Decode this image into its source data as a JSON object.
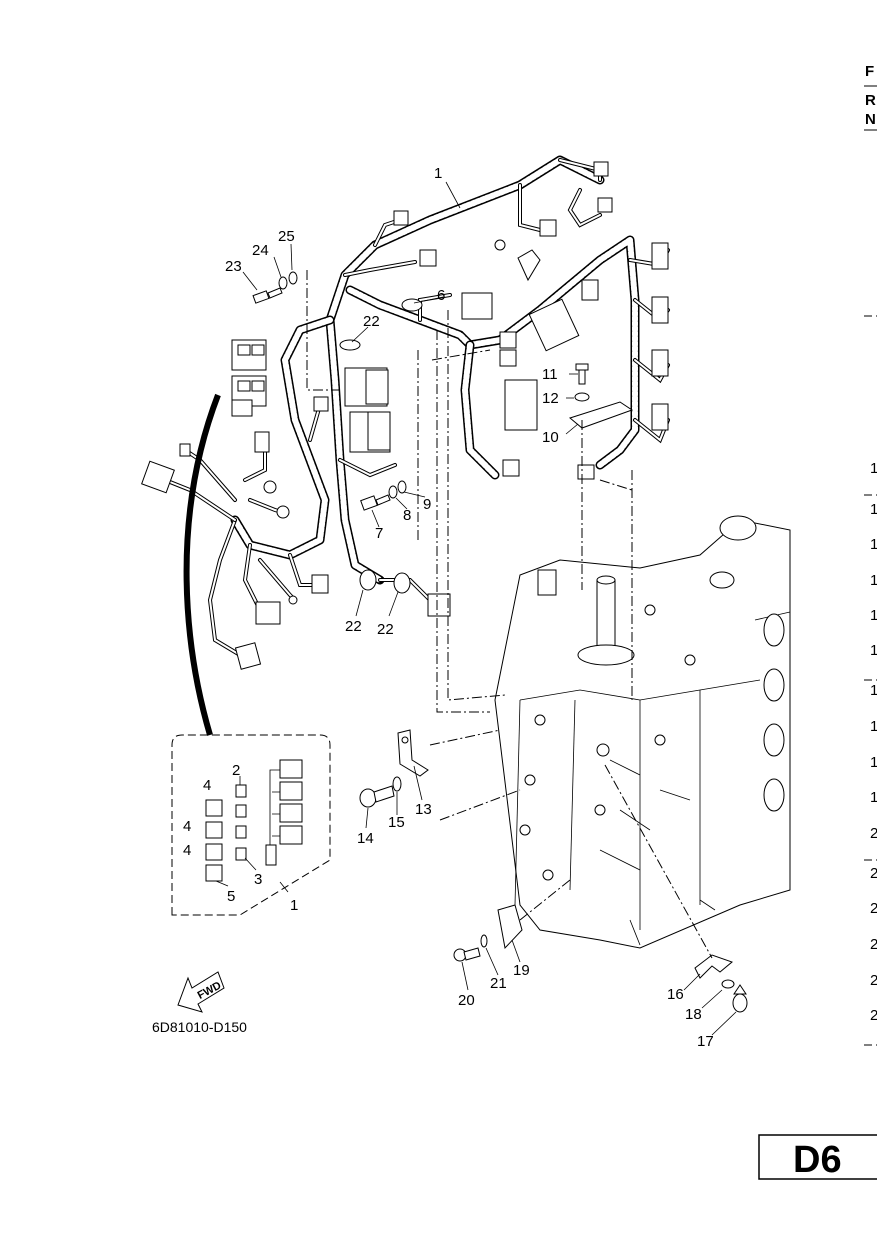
{
  "page": {
    "code": "6D81010-D150",
    "label": "D6",
    "fwd": "FWD"
  },
  "edge_header": [
    "F",
    "R",
    "N"
  ],
  "edge_numbers": [
    "1",
    "1",
    "1",
    "1",
    "1",
    "1",
    "1",
    "1",
    "1",
    "1",
    "2",
    "2",
    "2",
    "2",
    "2",
    "2"
  ],
  "callouts": [
    "1",
    "1",
    "2",
    "3",
    "4",
    "4",
    "4",
    "5",
    "6",
    "7",
    "8",
    "9",
    "10",
    "11",
    "12",
    "13",
    "14",
    "15",
    "16",
    "17",
    "18",
    "19",
    "20",
    "21",
    "22",
    "22",
    "22",
    "23",
    "24",
    "25"
  ]
}
